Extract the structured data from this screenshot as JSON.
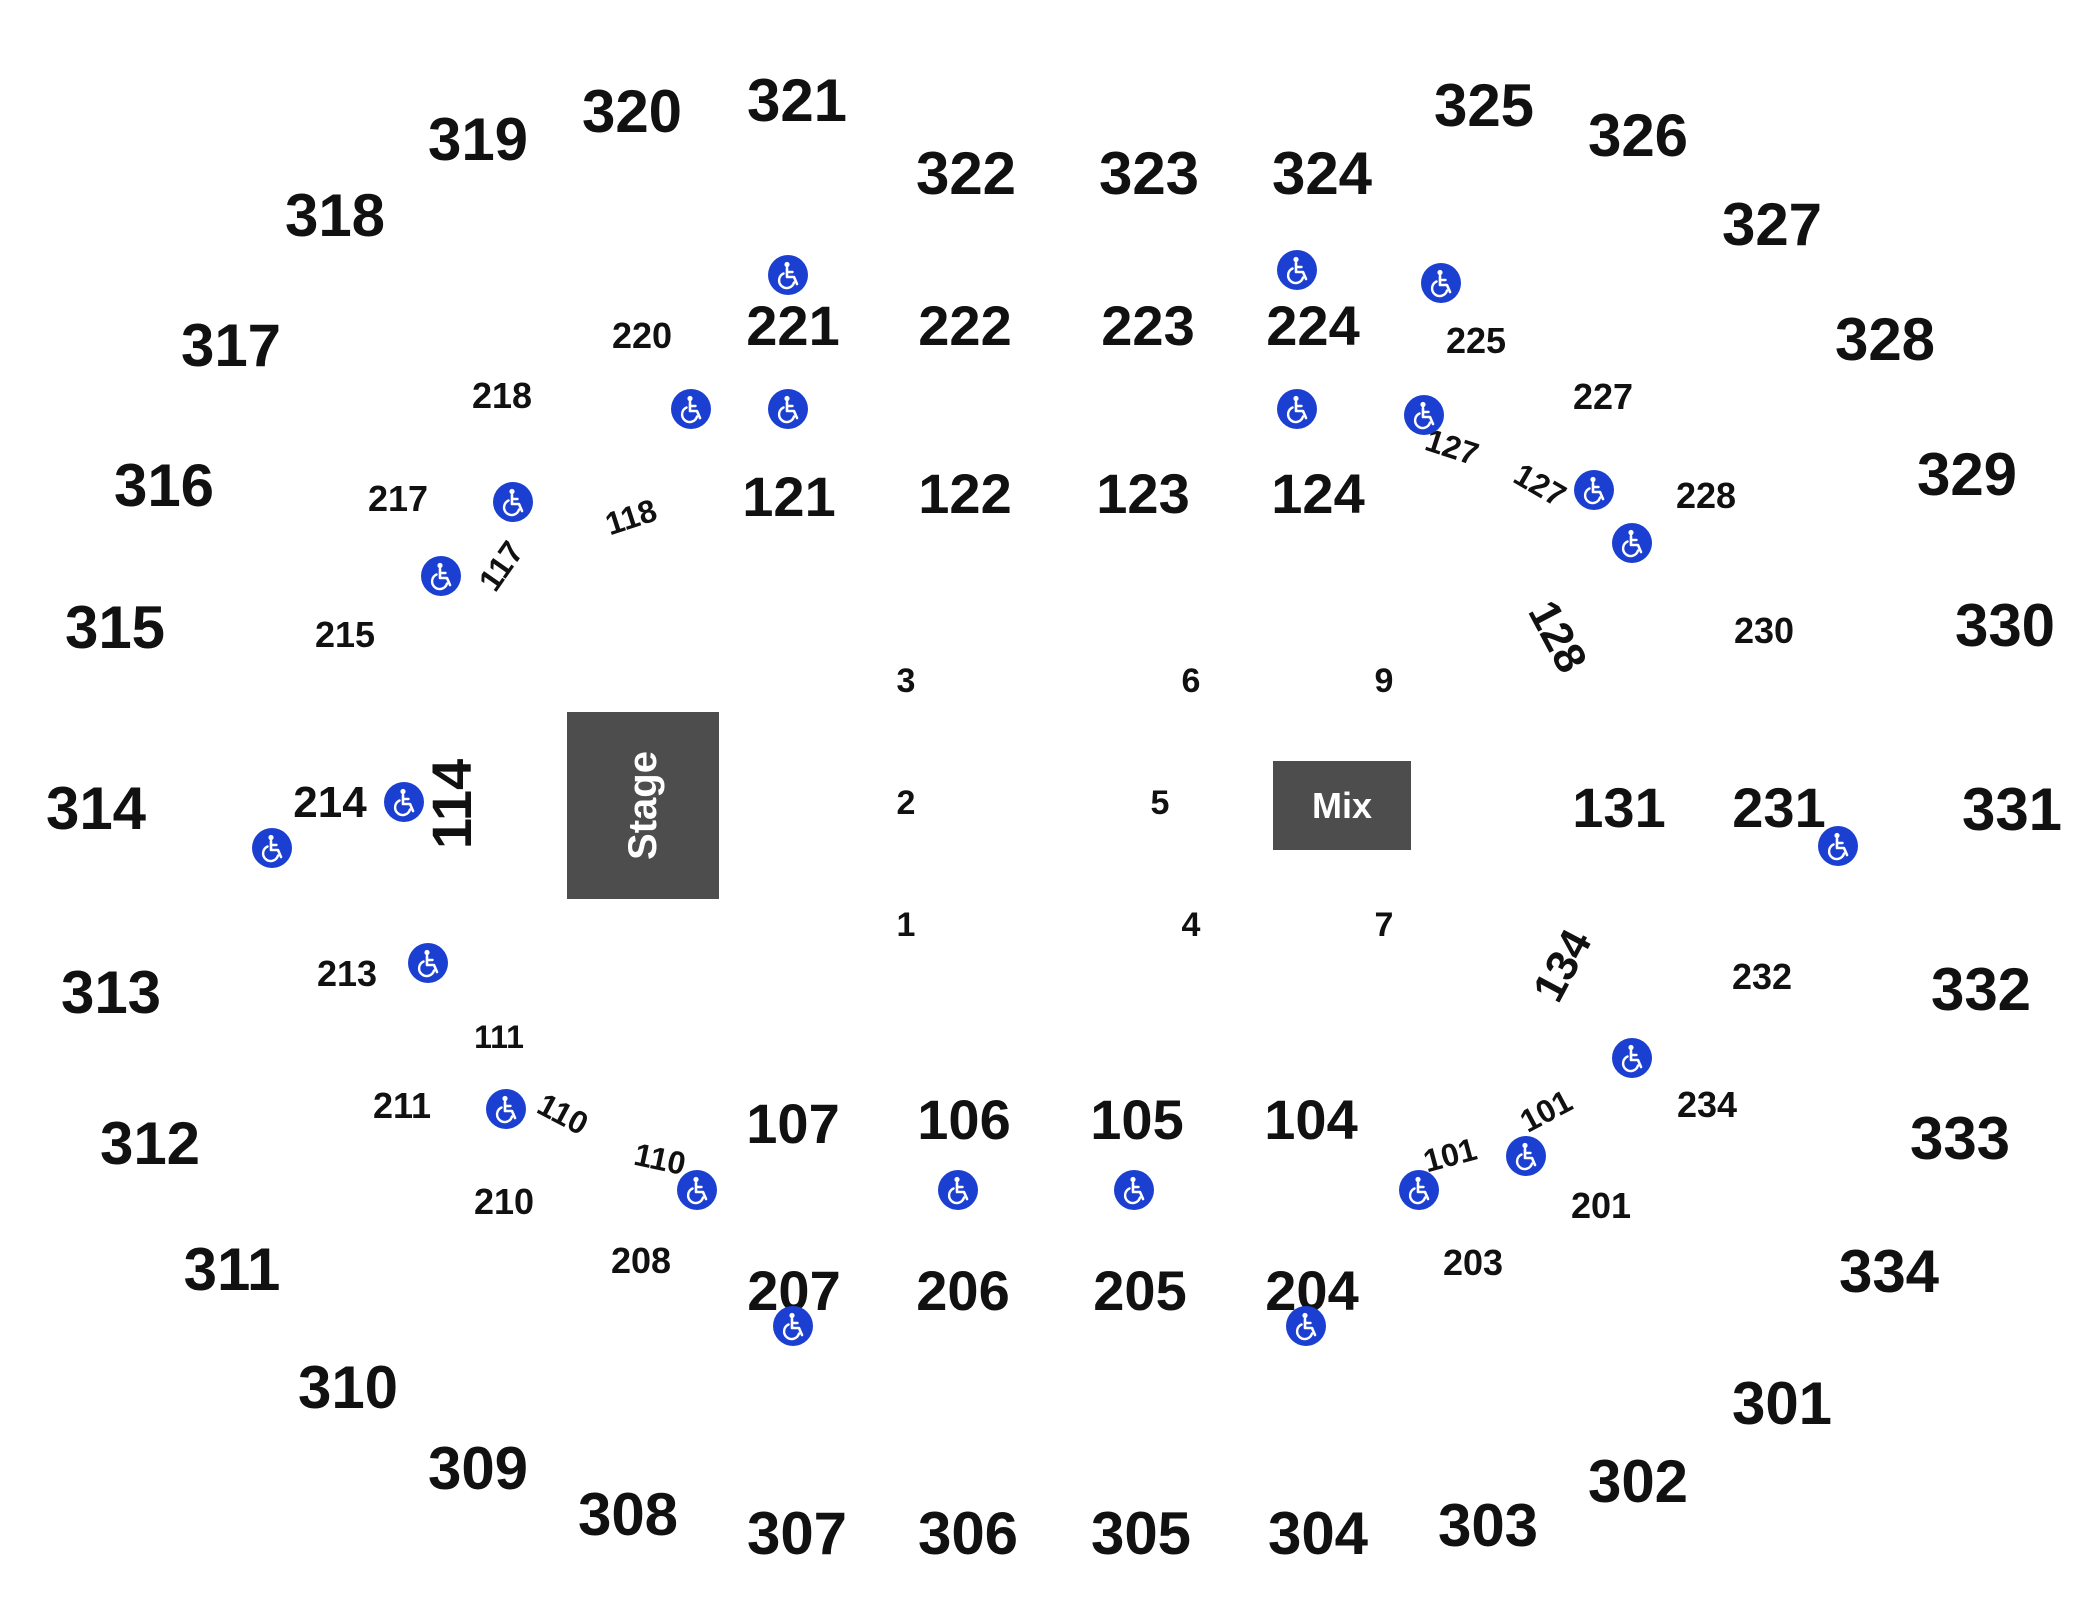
{
  "colors": {
    "text": "#111111",
    "stage_fill": "#4d4d4d",
    "mix_fill": "#4d4d4d",
    "box_text": "#ffffff",
    "accessible_icon": "#1b3fd0",
    "background": "#ffffff"
  },
  "stage": {
    "label": "Stage"
  },
  "mix": {
    "label": "Mix"
  },
  "accessible_icon_name": "wheelchair-accessible-icon",
  "floor_sections": [
    "1",
    "2",
    "3",
    "4",
    "5",
    "6",
    "7",
    "9"
  ],
  "sections_100": [
    "101",
    "101",
    "104",
    "105",
    "106",
    "107",
    "110",
    "110",
    "111",
    "114",
    "117",
    "118",
    "121",
    "122",
    "123",
    "124",
    "127",
    "127",
    "128",
    "131",
    "134"
  ],
  "sections_200": [
    "201",
    "203",
    "204",
    "205",
    "206",
    "207",
    "208",
    "210",
    "211",
    "213",
    "214",
    "215",
    "217",
    "218",
    "220",
    "221",
    "222",
    "223",
    "224",
    "225",
    "227",
    "228",
    "230",
    "231",
    "232",
    "234"
  ],
  "sections_300": [
    "301",
    "302",
    "303",
    "304",
    "305",
    "306",
    "307",
    "308",
    "309",
    "310",
    "311",
    "312",
    "313",
    "314",
    "315",
    "316",
    "317",
    "318",
    "319",
    "320",
    "321",
    "322",
    "323",
    "324",
    "325",
    "326",
    "327",
    "328",
    "329",
    "330",
    "331",
    "332",
    "333",
    "334"
  ]
}
